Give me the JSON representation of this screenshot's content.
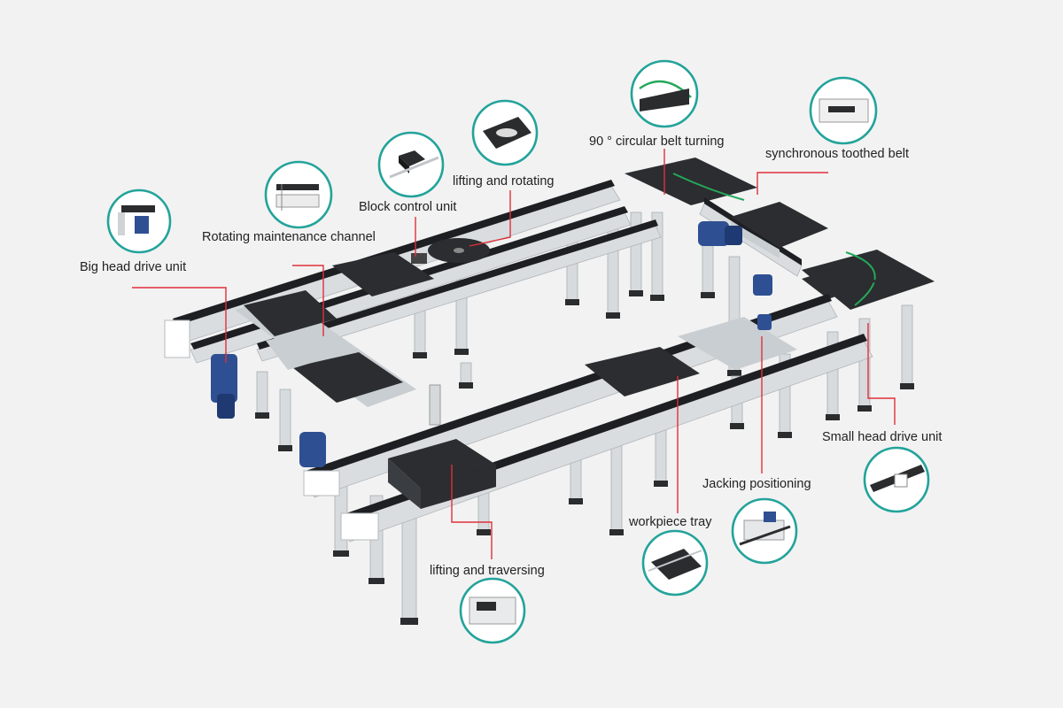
{
  "labels": {
    "big_head_drive": "Big head drive unit",
    "rotating_maintenance": "Rotating maintenance channel",
    "block_control": "Block control unit",
    "lifting_rotating": "lifting and rotating",
    "circular_belt_turning": "90 ° circular belt turning",
    "synchronous_belt": "synchronous toothed belt",
    "small_head_drive": "Small head drive unit",
    "jacking_positioning": "Jacking positioning",
    "workpiece_tray": "workpiece tray",
    "lifting_traversing": "lifting and traversing"
  },
  "colors": {
    "leader_line": "#e0303a",
    "callout_ring": "#23a39a",
    "background": "#f2f2f2",
    "motor": "#2e4f92",
    "belt_top": "#1d1f22"
  }
}
